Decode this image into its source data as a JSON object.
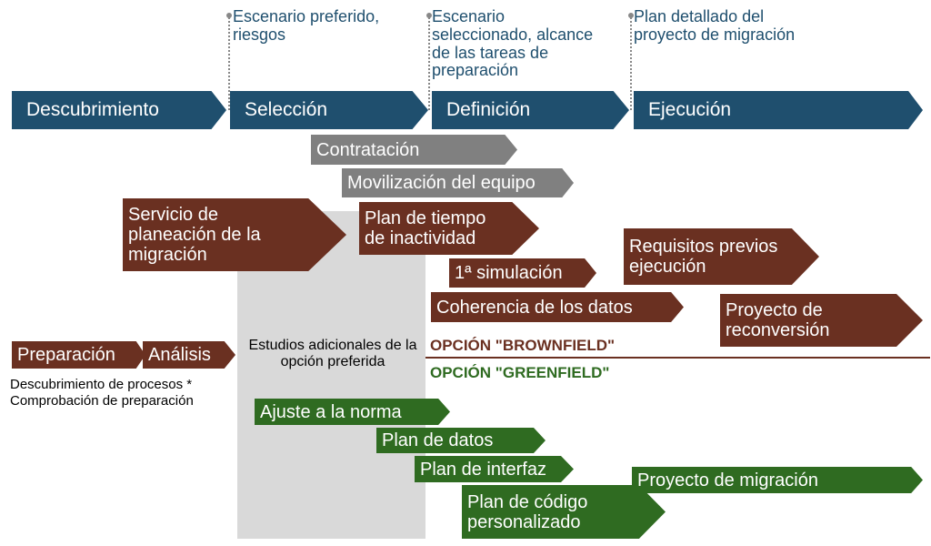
{
  "phases": [
    "Descubrimiento",
    "Selección",
    "Definición",
    "Ejecución"
  ],
  "milestones": [
    "Escenario preferido, riesgos",
    "Escenario seleccionado, alcance de las tareas de preparación",
    "Plan detallado del proyecto de migración"
  ],
  "gray_tasks": [
    "Contratación",
    "Movilización del equipo"
  ],
  "brown_tasks": [
    "Servicio de planeación de la migración",
    "Plan de tiempo de inactividad",
    "1ª simulación",
    "Requisitos previos ejecución",
    "Coherencia de los datos",
    "Proyecto de reconversión"
  ],
  "prep": {
    "preparacion": "Preparación",
    "analisis": "Análisis",
    "note1": "Descubrimiento de procesos *",
    "note2": "Comprobación de preparación"
  },
  "studies": "Estudios adicionales de la opción preferida",
  "brownfield": "OPCIÓN \"BROWNFIELD\"",
  "greenfield": "OPCIÓN \"GREENFIELD\"",
  "green_tasks": [
    "Ajuste a la norma",
    "Plan de datos",
    "Plan de interfaz",
    "Plan de código personalizado",
    "Proyecto de migración"
  ],
  "colors": {
    "blue": "#1f4f6e",
    "brown": "#6a3021",
    "green": "#2f6b21",
    "gray": "#808080",
    "region": "#d9d9d9"
  }
}
